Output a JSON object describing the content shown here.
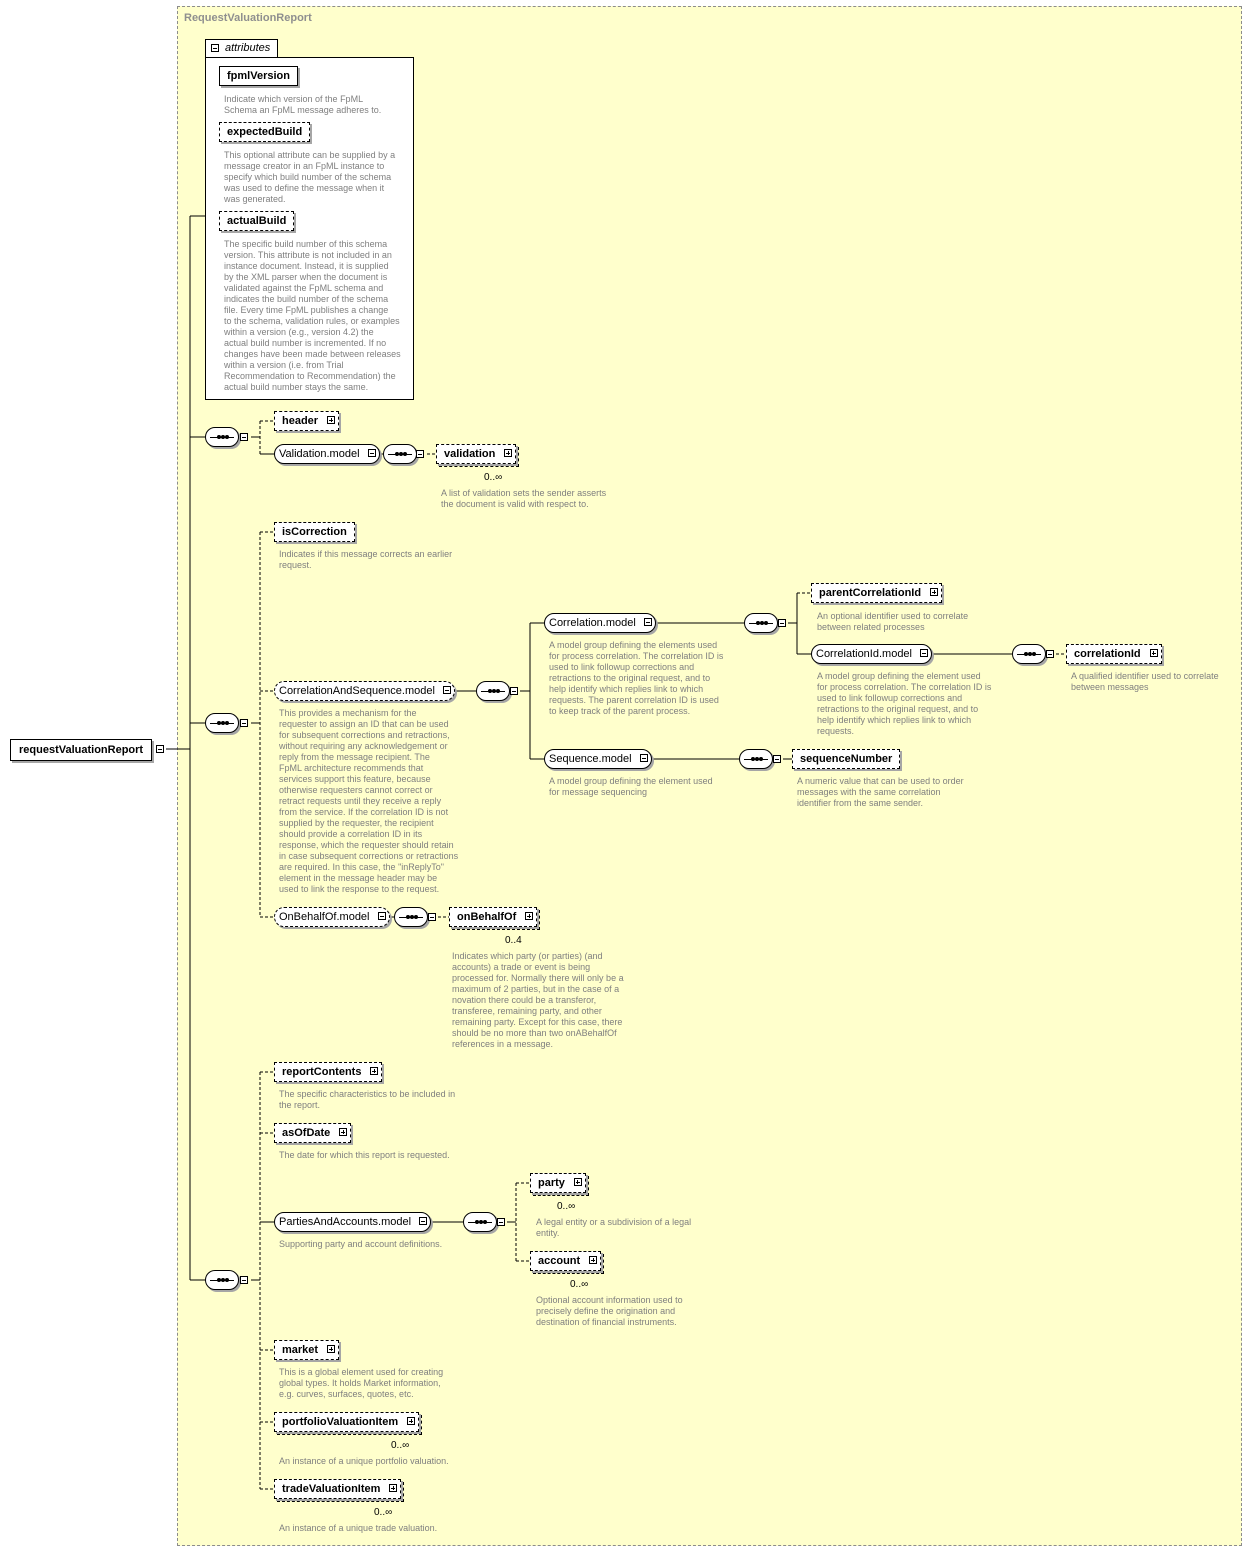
{
  "diagram": {
    "title": "RequestValuationReport",
    "root": "requestValuationReport",
    "attributes": {
      "tab_label": "attributes",
      "items": [
        {
          "name": "fpmlVersion",
          "desc": "Indicate which version of the FpML\nSchema an FpML message adheres to."
        },
        {
          "name": "expectedBuild",
          "desc": "This optional attribute can be supplied by a\nmessage creator in an FpML instance to\nspecify which build number of the schema\nwas used to define the message when it\nwas generated."
        },
        {
          "name": "actualBuild",
          "desc": "The specific build number of this schema\nversion. This attribute is not included in an\ninstance document. Instead, it is supplied\nby the XML parser when the document is\nvalidated against the FpML schema and\nindicates the build number of the schema\nfile. Every time FpML publishes a change\nto the schema, validation rules, or examples\nwithin a version (e.g., version 4.2) the\nactual build number is incremented. If no\nchanges have been made between releases\nwithin a version (i.e. from Trial\nRecommendation to Recommendation) the\nactual build number stays the same."
        }
      ]
    },
    "nodes": {
      "header": {
        "label": "header"
      },
      "validation_model": {
        "label": "Validation.model"
      },
      "validation": {
        "label": "validation",
        "card": "0..∞",
        "desc": "A list of validation sets the sender asserts\nthe document is valid with respect to."
      },
      "isCorrection": {
        "label": "isCorrection",
        "desc": "Indicates if this message corrects an earlier\nrequest."
      },
      "correlation_and_sequence_model": {
        "label": "CorrelationAndSequence.model",
        "desc": "This provides a mechanism for the\nrequester to assign an ID that can be used\nfor subsequent corrections and retractions,\nwithout requiring any acknowledgement or\nreply from the message recipient. The\nFpML architecture recommends that\nservices support this feature, because\notherwise requesters cannot correct or\nretract requests until they receive a reply\nfrom the service. If the correlation ID is not\nsupplied by the requester, the recipient\nshould provide a correlation ID in its\nresponse, which the requester should retain\nin case subsequent corrections or retractions\nare required. In this case, the \"inReplyTo\"\nelement in the message header may be\nused to link the response to the request."
      },
      "correlation_model": {
        "label": "Correlation.model",
        "desc": "A model group defining the elements used\nfor process correlation. The correlation ID is\nused to link followup corrections and\nretractions to the original request, and to\nhelp identify which replies link to which\nrequests. The parent correlation ID is used\nto keep track of the parent process."
      },
      "parentCorrelationId": {
        "label": "parentCorrelationId",
        "desc": "An optional identifier used to correlate\nbetween related processes"
      },
      "correlationId_model": {
        "label": "CorrelationId.model",
        "desc": "A model group defining the element used\nfor process correlation. The correlation ID is\nused to link followup corrections and\nretractions to the original request, and to\nhelp identify which replies link to which\nrequests."
      },
      "correlationId": {
        "label": "correlationId",
        "desc": "A qualified identifier used to correlate\nbetween messages"
      },
      "sequence_model": {
        "label": "Sequence.model",
        "desc": "A model group defining the element used\nfor message sequencing"
      },
      "sequenceNumber": {
        "label": "sequenceNumber",
        "desc": "A numeric value that can be used to order\nmessages with the same correlation\nidentifier from the same sender."
      },
      "onBehalfOf_model": {
        "label": "OnBehalfOf.model"
      },
      "onBehalfOf": {
        "label": "onBehalfOf",
        "card": "0..4",
        "desc": "Indicates which party (or parties) (and\naccounts) a trade or event is being\nprocessed for. Normally there will only be a\nmaximum of 2 parties, but in the case of a\nnovation there could be a transferor,\ntransferee, remaining party, and other\nremaining party. Except for this case, there\nshould be no more than two onABehalfOf\nreferences in a message."
      },
      "reportContents": {
        "label": "reportContents",
        "desc": "The specific characteristics to be included in\nthe report."
      },
      "asOfDate": {
        "label": "asOfDate",
        "desc": "The date for which this report is requested."
      },
      "parties_and_accounts_model": {
        "label": "PartiesAndAccounts.model",
        "desc": "Supporting party and account definitions."
      },
      "party": {
        "label": "party",
        "card": "0..∞",
        "desc": "A legal entity or a subdivision of a legal\nentity."
      },
      "account": {
        "label": "account",
        "card": "0..∞",
        "desc": "Optional account information used to\nprecisely define the origination and\ndestination of financial instruments."
      },
      "market": {
        "label": "market",
        "desc": "This is a global element used for creating\nglobal types. It holds Market information,\ne.g. curves, surfaces, quotes, etc."
      },
      "portfolioValuationItem": {
        "label": "portfolioValuationItem",
        "card": "0..∞",
        "desc": "An instance of a unique portfolio valuation."
      },
      "tradeValuationItem": {
        "label": "tradeValuationItem",
        "card": "0..∞",
        "desc": "An instance of a unique trade valuation."
      }
    }
  }
}
